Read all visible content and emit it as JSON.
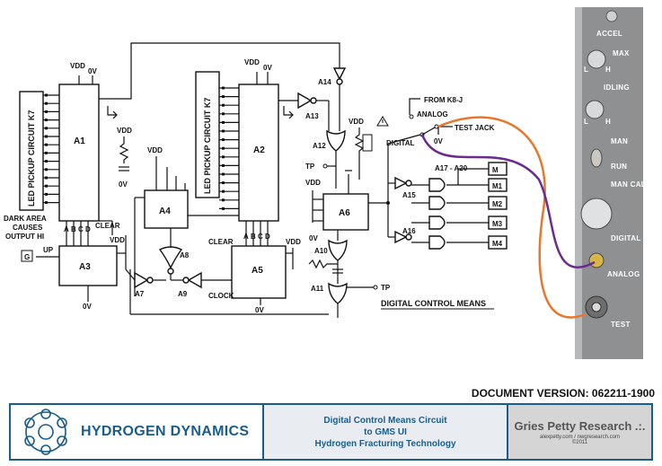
{
  "schematic": {
    "left_label": "LED PICKUP  CIRCUIT K7",
    "mid_label": "LED PICKUP  CIRCUIT K7",
    "dark_area_note": [
      "DARK AREA",
      "CAUSES",
      "OUTPUT HI"
    ],
    "supply": "VDD",
    "ground": "0V",
    "chips": [
      "A1",
      "A2",
      "A3",
      "A4",
      "A5",
      "A6",
      "A7",
      "A8",
      "A9",
      "A10",
      "A11",
      "A12",
      "A13",
      "A14",
      "A15",
      "A16",
      "A17 - A20"
    ],
    "pins": [
      "A",
      "B",
      "C",
      "D"
    ],
    "clear": "CLEAR",
    "clock": "CLOCK",
    "up": "UP",
    "g": "G",
    "tp": "TP",
    "from": "FROM K8-J",
    "analog": "ANALOG",
    "digital": "DIGITAL",
    "test_jack": "TEST JACK",
    "outputs": [
      "M",
      "M1",
      "M2",
      "M3",
      "M4"
    ],
    "caption": "DIGITAL CONTROL MEANS"
  },
  "panel": {
    "accel": "ACCEL",
    "max": "MAX",
    "idling": "IDLING",
    "man": "MAN",
    "run": "RUN",
    "man_cal": "MAN CAL",
    "digital": "DIGITAL",
    "analog": "ANALOG",
    "test": "TEST",
    "l": "L",
    "h": "H"
  },
  "colors": {
    "orange_wire": "#e8772e",
    "purple_wire": "#6a2a8e",
    "brand_blue": "#1a5d8c",
    "panel_gray": "#8f9092"
  },
  "document_version": "DOCUMENT VERSION: 062211-1900",
  "footer": {
    "brand": "HYDROGEN DYNAMICS",
    "title_lines": [
      "Digital Control Means Circuit",
      "to GMS UI",
      "Hydrogen Fracturing Technology"
    ],
    "research_name": "Gries Petty Research .:.",
    "research_url": "alexpetty.com / nwgresearch.com",
    "research_year": "©2011"
  }
}
